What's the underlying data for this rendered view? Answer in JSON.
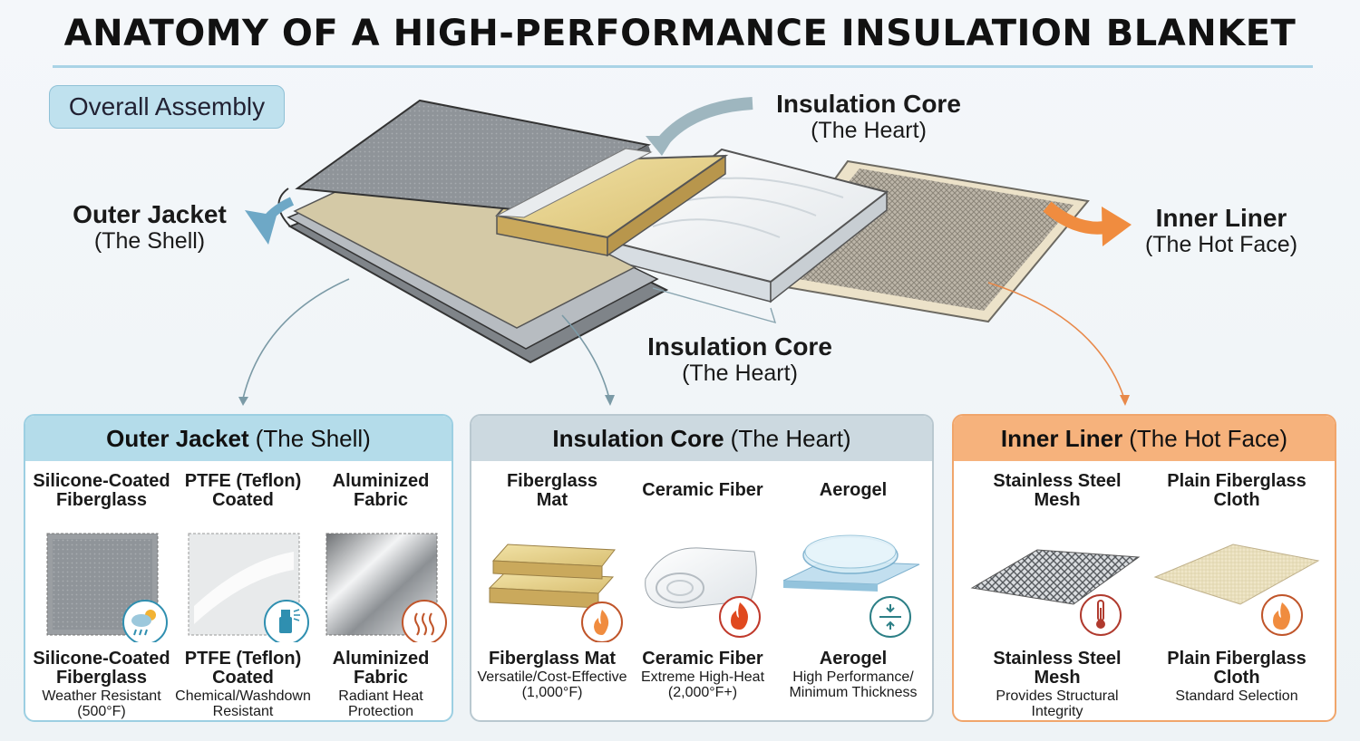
{
  "title": "ANATOMY OF A HIGH-PERFORMANCE INSULATION BLANKET",
  "assembly_badge": "Overall Assembly",
  "callouts": {
    "outer": {
      "name": "Outer Jacket",
      "sub": "(The Shell)"
    },
    "core_top": {
      "name": "Insulation Core",
      "sub": "(The Heart)"
    },
    "core_mid": {
      "name": "Insulation Core",
      "sub": "(The Heart)"
    },
    "inner": {
      "name": "Inner Liner",
      "sub": "(The Hot Face)"
    }
  },
  "panels": [
    {
      "name": "Outer Jacket",
      "sub": "(The Shell)",
      "accent": "#b4dcea",
      "materials": [
        {
          "title": "Silicone-Coated\nFiberglass",
          "name": "Silicone-Coated\nFiberglass",
          "desc": "Weather Resistant\n(500°F)",
          "icon": "weather-icon"
        },
        {
          "title": "PTFE (Teflon)\nCoated",
          "name": "PTFE (Teflon)\nCoated",
          "desc": "Chemical/Washdown\nResistant",
          "icon": "spray-bottle-icon"
        },
        {
          "title": "Aluminized\nFabric",
          "name": "Aluminized\nFabric",
          "desc": "Radiant Heat\nProtection",
          "icon": "heat-waves-icon"
        }
      ]
    },
    {
      "name": "Insulation Core",
      "sub": "(The Heart)",
      "accent": "#ccd9e0",
      "materials": [
        {
          "title": "Fiberglass\nMat",
          "name": "Fiberglass Mat",
          "desc": "Versatile/Cost-Effective\n(1,000°F)",
          "icon": "flame-icon"
        },
        {
          "title": "Ceramic Fiber",
          "name": "Ceramic Fiber",
          "desc": "Extreme High-Heat\n(2,000°F+)",
          "icon": "flame-icon"
        },
        {
          "title": "Aerogel",
          "name": "Aerogel",
          "desc": "High Performance/\nMinimum Thickness",
          "icon": "compress-icon"
        }
      ]
    },
    {
      "name": "Inner Liner",
      "sub": "(The Hot Face)",
      "accent": "#f6b27c",
      "materials": [
        {
          "title": "Stainless Steel\nMesh",
          "name": "Stainless Steel\nMesh",
          "desc": "Provides Structural\nIntegrity",
          "icon": "thermometer-icon"
        },
        {
          "title": "Plain Fiberglass\nCloth",
          "name": "Plain Fiberglass\nCloth",
          "desc": "Standard Selection",
          "icon": "flame-icon"
        }
      ]
    }
  ]
}
